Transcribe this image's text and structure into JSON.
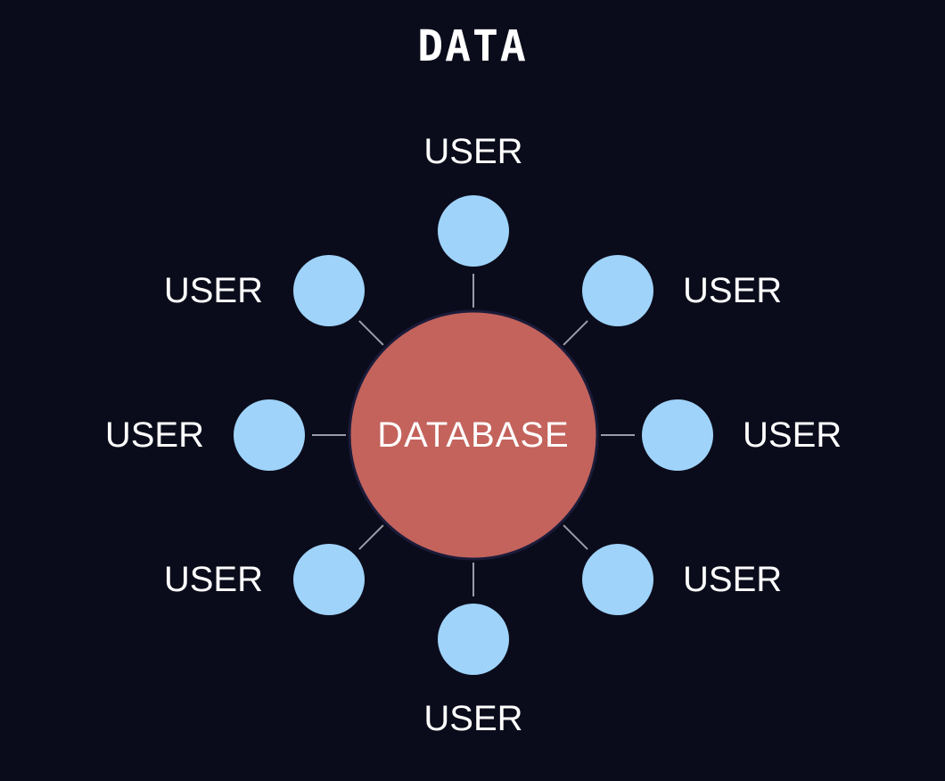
{
  "title": "DATA",
  "center": {
    "label": "DATABASE",
    "color": "#c3635c"
  },
  "node_color": "#9fd3fa",
  "connector_color": "#9a9aa8",
  "nodes": [
    {
      "label": "USER",
      "position": "top"
    },
    {
      "label": "USER",
      "position": "top-right"
    },
    {
      "label": "USER",
      "position": "right"
    },
    {
      "label": "USER",
      "position": "bottom-right"
    },
    {
      "label": "USER",
      "position": "bottom"
    },
    {
      "label": "USER",
      "position": "bottom-left"
    },
    {
      "label": "USER",
      "position": "left"
    },
    {
      "label": "USER",
      "position": "top-left"
    }
  ]
}
